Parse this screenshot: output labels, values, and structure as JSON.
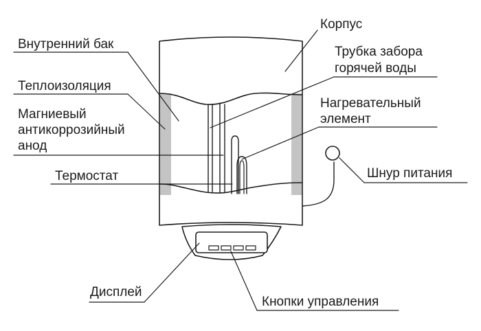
{
  "labels": {
    "body": "Корпус",
    "hot_tube_1": "Трубка забора",
    "hot_tube_2": "горячей воды",
    "inner_tank": "Внутренний бак",
    "insulation": "Теплоизоляция",
    "anode_1": "Магниевый",
    "anode_2": "антикоррозийный",
    "anode_3": "анод",
    "heater_1": "Нагревательный",
    "heater_2": "элемент",
    "power_cord": "Шнур питания",
    "thermostat": "Термостат",
    "display": "Дисплей",
    "buttons": "Кнопки управления"
  },
  "colors": {
    "line": "#1a1a1a",
    "insulation": "#c4c4c4",
    "text": "#1a1a1a"
  }
}
